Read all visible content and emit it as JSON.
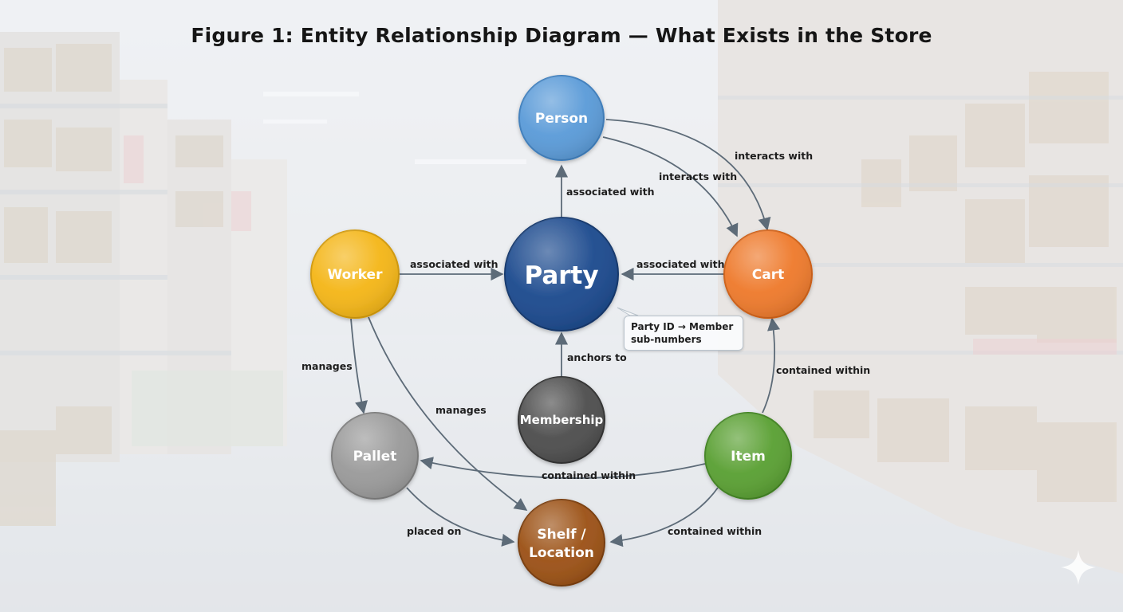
{
  "title": "Figure 1: Entity Relationship Diagram — What Exists in the Store",
  "nodes": [
    {
      "id": "person",
      "label": [
        "Person"
      ],
      "color": "#5b9bd8"
    },
    {
      "id": "worker",
      "label": [
        "Worker"
      ],
      "color": "#f4b618"
    },
    {
      "id": "party",
      "label": [
        "Party"
      ],
      "color": "#1c4a8e"
    },
    {
      "id": "cart",
      "label": [
        "Cart"
      ],
      "color": "#ee7a2c"
    },
    {
      "id": "membership",
      "label": [
        "Membership"
      ],
      "color": "#4e4e4e"
    },
    {
      "id": "pallet",
      "label": [
        "Pallet"
      ],
      "color": "#9a9a9a"
    },
    {
      "id": "item",
      "label": [
        "Item"
      ],
      "color": "#5aa033"
    },
    {
      "id": "shelf",
      "label": [
        "Shelf /",
        "Location"
      ],
      "color": "#9c5216"
    }
  ],
  "edges": [
    {
      "from": "party",
      "to": "person",
      "label": "associated with"
    },
    {
      "from": "worker",
      "to": "party",
      "label": "associated with"
    },
    {
      "from": "cart",
      "to": "party",
      "label": "associated with"
    },
    {
      "from": "person",
      "to": "cart",
      "label": "interacts with"
    },
    {
      "from": "person",
      "to": "cart",
      "label": "interacts with"
    },
    {
      "from": "membership",
      "to": "party",
      "label": "anchors to"
    },
    {
      "from": "worker",
      "to": "pallet",
      "label": "manages"
    },
    {
      "from": "worker",
      "to": "shelf",
      "label": "manages"
    },
    {
      "from": "item",
      "to": "cart",
      "label": "contained within"
    },
    {
      "from": "item",
      "to": "pallet",
      "label": "contained within"
    },
    {
      "from": "item",
      "to": "shelf",
      "label": "contained within"
    },
    {
      "from": "pallet",
      "to": "shelf",
      "label": "placed on"
    }
  ],
  "callout": {
    "line1": "Party ID → Member",
    "line2": "sub-numbers"
  },
  "colors": {
    "edge": "#5d6b78",
    "title": "#161616"
  }
}
